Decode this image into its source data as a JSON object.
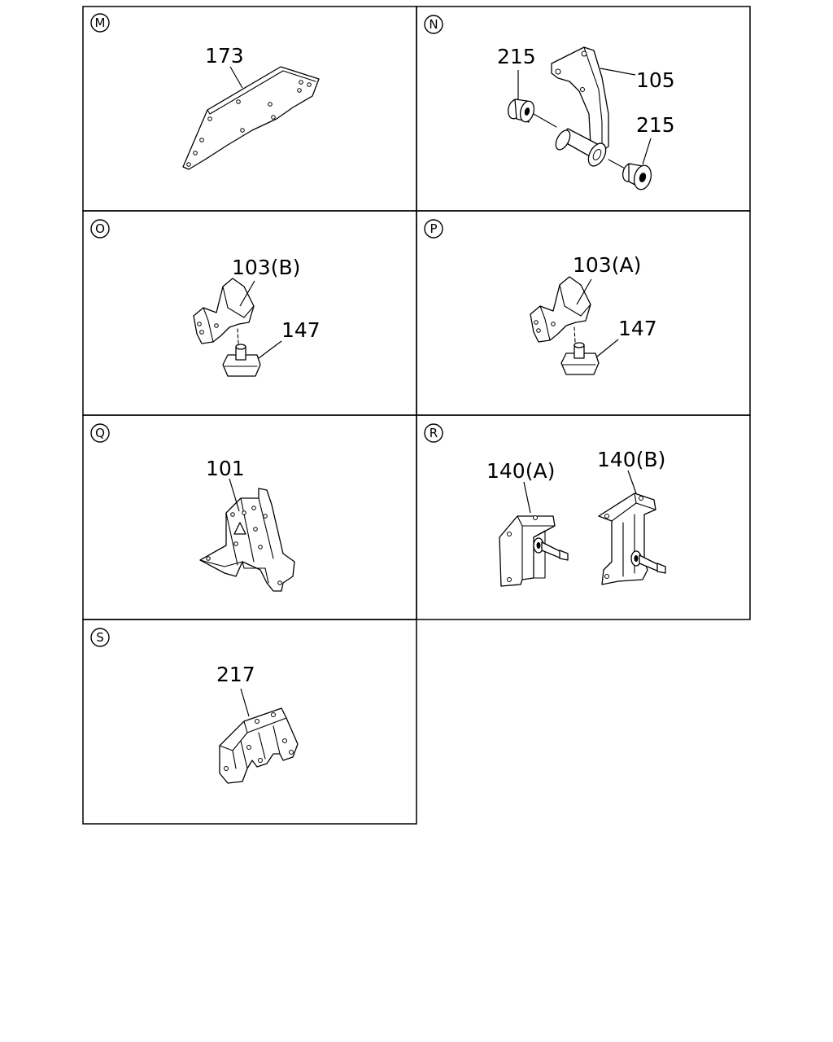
{
  "panels": [
    {
      "id": "M",
      "callouts": [
        "173"
      ]
    },
    {
      "id": "N",
      "callouts": [
        "215",
        "105",
        "215"
      ]
    },
    {
      "id": "O",
      "callouts": [
        "103(B)",
        "147"
      ]
    },
    {
      "id": "P",
      "callouts": [
        "103(A)",
        "147"
      ]
    },
    {
      "id": "Q",
      "callouts": [
        "101"
      ]
    },
    {
      "id": "R",
      "callouts": [
        "140(A)",
        "140(B)"
      ]
    },
    {
      "id": "S",
      "callouts": [
        "217"
      ]
    }
  ]
}
